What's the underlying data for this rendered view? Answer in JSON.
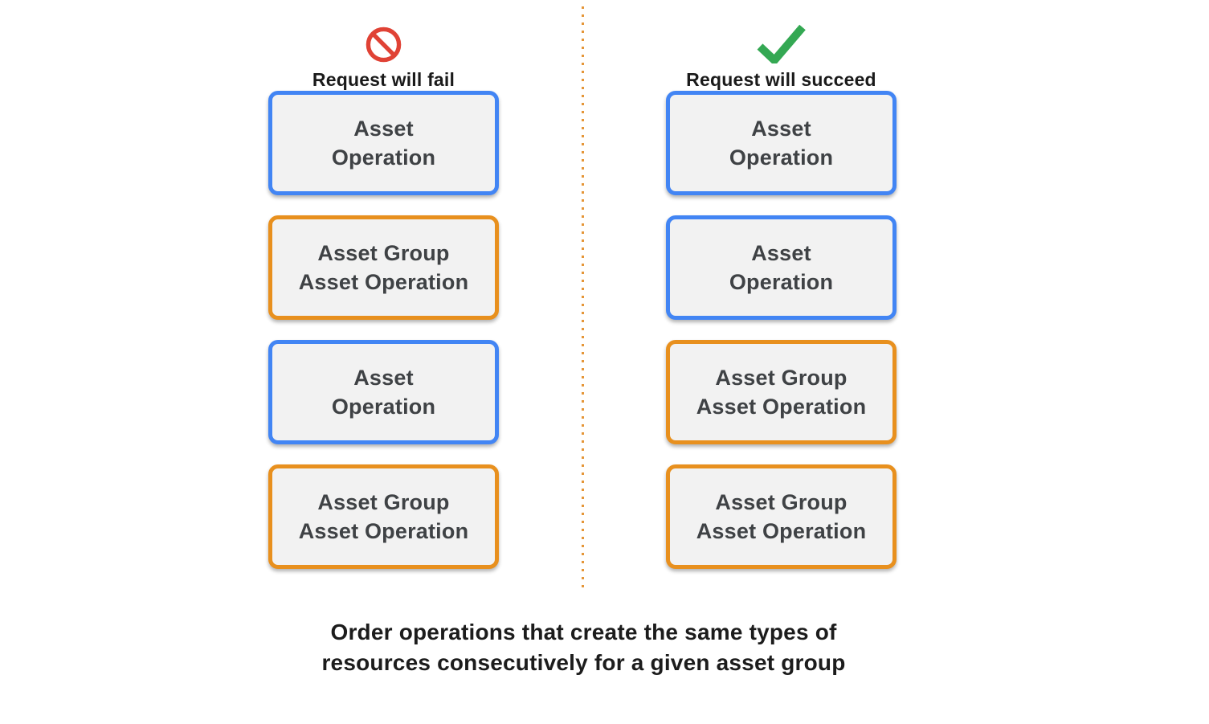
{
  "columns": [
    {
      "title": "Request will fail",
      "icon": "prohibited-icon",
      "boxes": [
        {
          "label": "Asset\nOperation",
          "border": "blue"
        },
        {
          "label": "Asset Group\nAsset Operation",
          "border": "orange"
        },
        {
          "label": "Asset\nOperation",
          "border": "blue"
        },
        {
          "label": "Asset Group\nAsset Operation",
          "border": "orange"
        }
      ]
    },
    {
      "title": "Request will succeed",
      "icon": "checkmark-icon",
      "boxes": [
        {
          "label": "Asset\nOperation",
          "border": "blue"
        },
        {
          "label": "Asset\nOperation",
          "border": "blue"
        },
        {
          "label": "Asset Group\nAsset Operation",
          "border": "orange"
        },
        {
          "label": "Asset Group\nAsset Operation",
          "border": "orange"
        }
      ]
    }
  ],
  "caption": "Order operations that create the same types of\nresources consecutively for a given asset group",
  "colors": {
    "blue": "#4285F4",
    "orange": "#E8901E",
    "fail_red": "#E04235",
    "success_green": "#34A853",
    "box_bg": "#F2F2F2",
    "box_text": "#3F4245",
    "divider_orange": "#E59638"
  }
}
